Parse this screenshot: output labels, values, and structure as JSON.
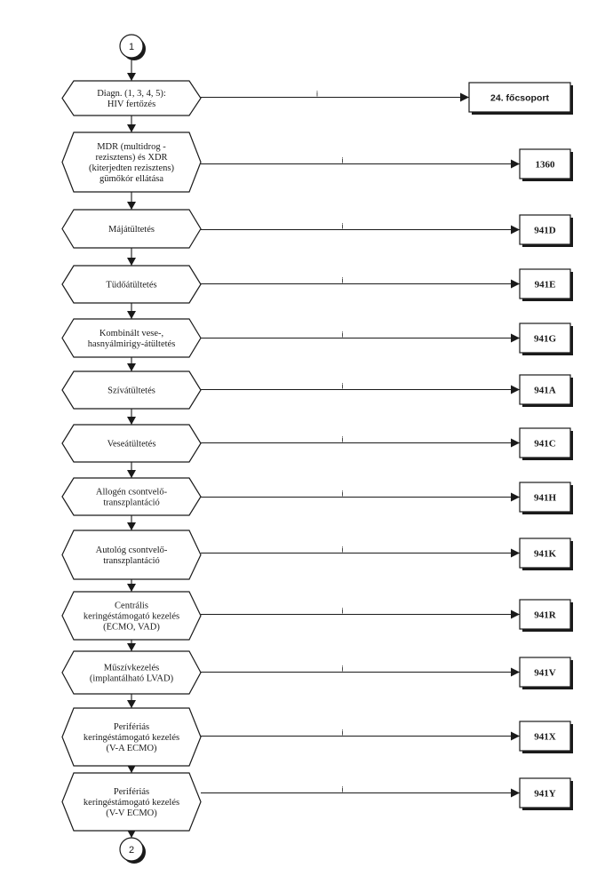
{
  "start_connector": "1",
  "end_connector": "2",
  "yes_label": "i",
  "steps": [
    {
      "lines": [
        "Diagn. (1, 3, 4, 5):",
        "HIV fertőzés"
      ],
      "target": "24. főcsoport"
    },
    {
      "lines": [
        "MDR (multidrog -",
        "rezisztens) és XDR",
        "(kiterjedten rezisztens)",
        "gümőkór ellátása"
      ],
      "target": "1360"
    },
    {
      "lines": [
        "Májátültetés"
      ],
      "target": "941D"
    },
    {
      "lines": [
        "Tüdőátültetés"
      ],
      "target": "941E"
    },
    {
      "lines": [
        "Kombinált vese-,",
        "hasnyálmirigy-átültetés"
      ],
      "target": "941G"
    },
    {
      "lines": [
        "Szívátültetés"
      ],
      "target": "941A"
    },
    {
      "lines": [
        "Veseátültetés"
      ],
      "target": "941C"
    },
    {
      "lines": [
        "Allogén csontvelő-",
        "transzplantáció"
      ],
      "target": "941H"
    },
    {
      "lines": [
        "Autológ csontvelő-",
        "transzplantáció"
      ],
      "target": "941K"
    },
    {
      "lines": [
        "Centrális",
        "keringéstámogató kezelés",
        "(ECMO, VAD)"
      ],
      "target": "941R"
    },
    {
      "lines": [
        "Műszívkezelés",
        "(implantálható LVAD)"
      ],
      "target": "941V"
    },
    {
      "lines": [
        "Perifériás",
        "keringéstámogató kezelés",
        "(V-A ECMO)"
      ],
      "target": "941X"
    },
    {
      "lines": [
        "Perifériás",
        "keringéstámogató kezelés",
        "(V-V ECMO)"
      ],
      "target": "941Y"
    }
  ]
}
